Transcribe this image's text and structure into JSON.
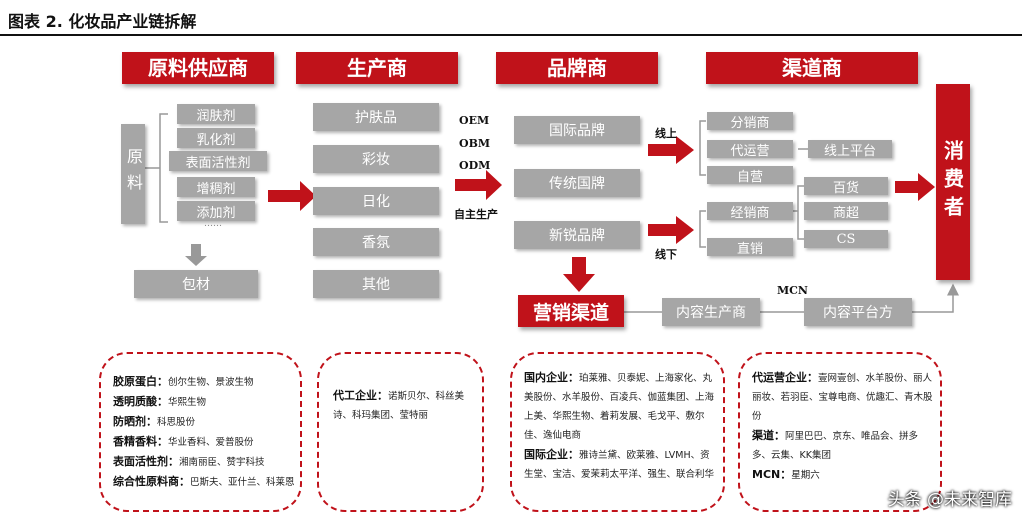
{
  "figure_title": "图表 2. 化妆品产业链拆解",
  "headers": [
    "原料供应商",
    "生产商",
    "品牌商",
    "渠道商"
  ],
  "raw": {
    "big_label": "原料",
    "items": [
      "润肤剂",
      "乳化剂",
      "表面活性剂",
      "增稠剂",
      "添加剂"
    ],
    "ellipsis": "……",
    "packaging": "包材"
  },
  "producer_items": [
    "护肤品",
    "彩妆",
    "日化",
    "香氛",
    "其他"
  ],
  "production_modes": [
    "OEM",
    "OBM",
    "ODM",
    "自主生产"
  ],
  "brand_items": [
    "国际品牌",
    "传统国牌",
    "新锐品牌"
  ],
  "online": {
    "label": "线上",
    "items": [
      "分销商",
      "代运营",
      "自营"
    ],
    "platform": "线上平台"
  },
  "offline": {
    "label": "线下",
    "items": [
      "经销商",
      "直销"
    ],
    "stores": [
      "百货",
      "商超",
      "CS"
    ]
  },
  "consumer": "消费者",
  "marketing": {
    "title": "营销渠道",
    "content_producer": "内容生产商",
    "mcn": "MCN",
    "content_platform": "内容平台方"
  },
  "panels": {
    "raw_materials": [
      {
        "key": "胶原蛋白：",
        "value": "创尔生物、景波生物"
      },
      {
        "key": "透明质酸：",
        "value": "华熙生物"
      },
      {
        "key": "防晒剂：",
        "value": "科思股份"
      },
      {
        "key": "香精香料：",
        "value": "华业香料、爱普股份"
      },
      {
        "key": "表面活性剂：",
        "value": "湘南丽臣、赞宇科技"
      },
      {
        "key": "综合性原料商：",
        "value": "巴斯夫、亚什兰、科莱恩"
      }
    ],
    "oem": [
      {
        "key": "代工企业：",
        "value": "诺斯贝尔、科丝美诗、科玛集团、莹特丽"
      }
    ],
    "brands": [
      {
        "key": "国内企业：",
        "value": "珀莱雅、贝泰妮、上海家化、丸美股份、水羊股份、百凌兵、伽蓝集团、上海上美、华熙生物、着莉发展、毛戈平、敷尔佳、逸仙电商"
      },
      {
        "key": "国际企业：",
        "value": "雅诗兰黛、欧莱雅、LVMH、资生堂、宝洁、爱茉莉太平洋、强生、联合利华"
      }
    ],
    "channels": [
      {
        "key": "代运营企业：",
        "value": "壹网壹创、水羊股份、丽人丽妆、若羽臣、宝尊电商、优趣汇、青木股份"
      },
      {
        "key": "渠道：",
        "value": "阿里巴巴、京东、唯品会、拼多多、云集、KK集团"
      },
      {
        "key": "MCN：",
        "value": "星期六"
      }
    ]
  },
  "watermark": "头条 @未来智库",
  "colors": {
    "accent": "#c0121a",
    "box": "#a6a6a6"
  }
}
